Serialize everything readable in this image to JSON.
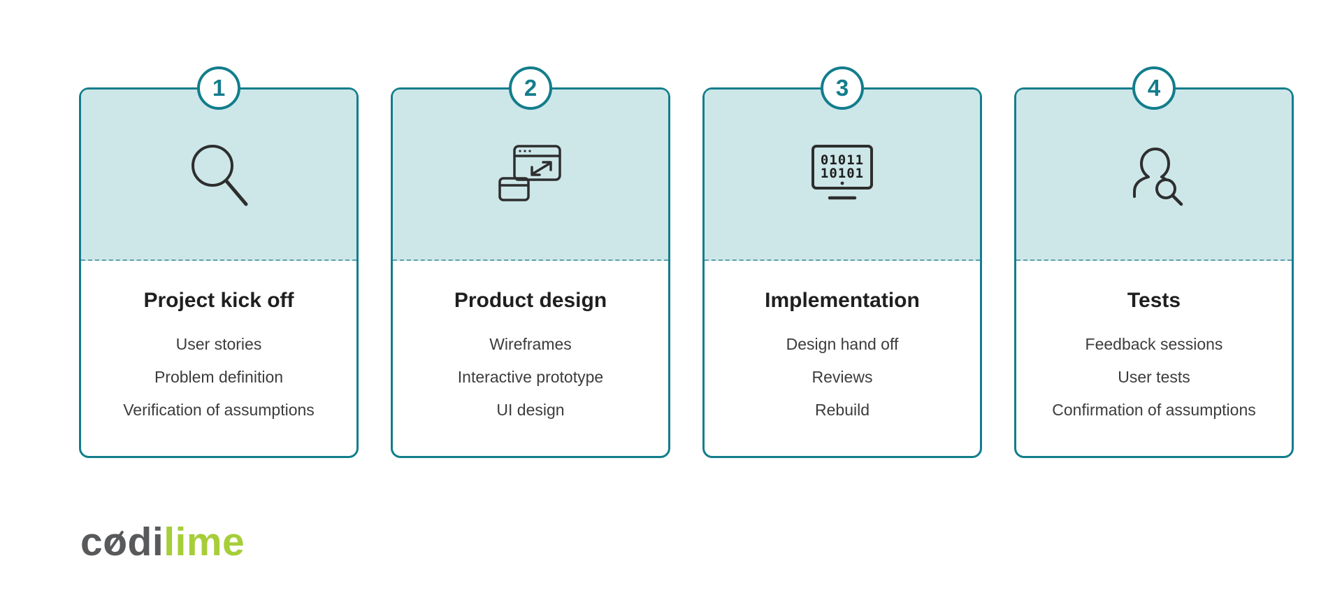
{
  "cards": [
    {
      "number": "1",
      "title": "Project kick off",
      "items": [
        "User stories",
        "Problem definition",
        "Verification of assumptions"
      ]
    },
    {
      "number": "2",
      "title": "Product design",
      "items": [
        "Wireframes",
        "Interactive prototype",
        "UI design"
      ]
    },
    {
      "number": "3",
      "title": "Implementation",
      "items": [
        "Design hand off",
        "Reviews",
        "Rebuild"
      ],
      "screen_text": [
        "01011",
        "10101"
      ]
    },
    {
      "number": "4",
      "title": "Tests",
      "items": [
        "Feedback sessions",
        "User tests",
        "Confirmation of assumptions"
      ]
    }
  ],
  "logo": {
    "text_dark": "codi",
    "text_green": "lime"
  },
  "colors": {
    "teal": "#137d8c",
    "mint": "#cde7e9",
    "title": "#1f1f1f",
    "item": "#3c3c3c",
    "icon": "#2e2e2e",
    "logo_dark": "#58595b",
    "logo_green": "#a6ce39"
  }
}
